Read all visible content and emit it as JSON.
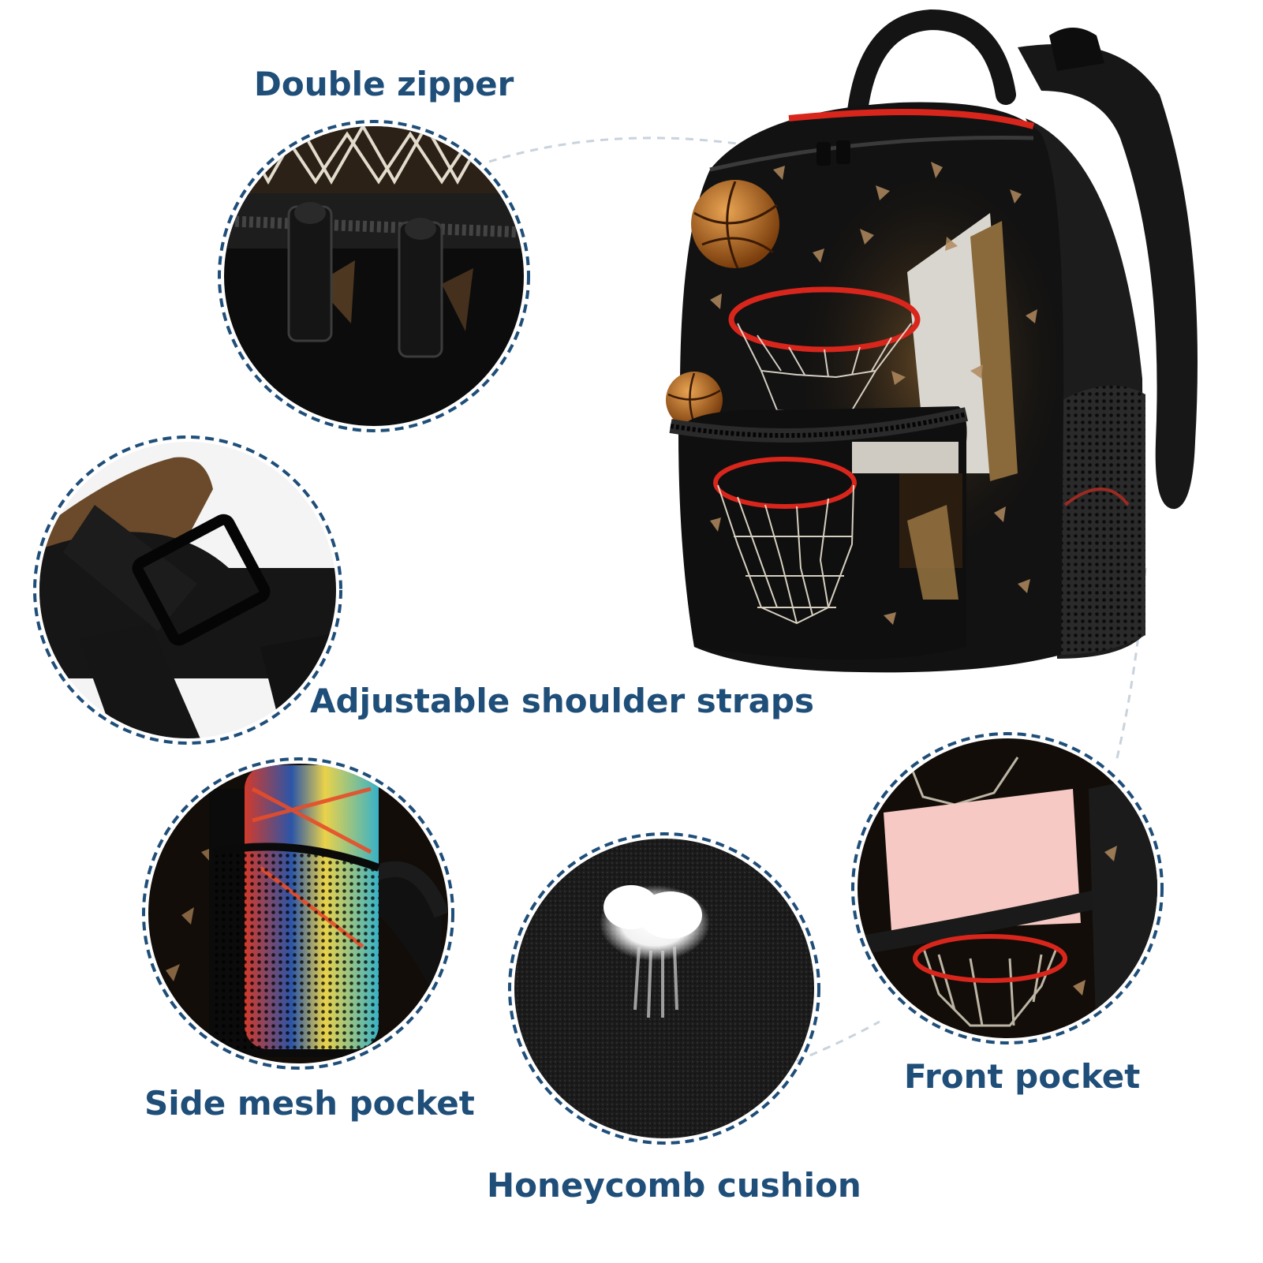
{
  "features": {
    "double_zipper": "Double zipper",
    "shoulder_straps": "Adjustable shoulder straps",
    "side_mesh_pocket": "Side mesh pocket",
    "front_pocket": "Front pocket",
    "honeycomb_cushion": "Honeycomb cushion"
  },
  "colors": {
    "label_text": "#1f4e79",
    "dashed_ring": "#1f4e79",
    "connector": "#c9d3dd",
    "net_red": "#d8261c",
    "ball_orange": "#c9741e"
  }
}
